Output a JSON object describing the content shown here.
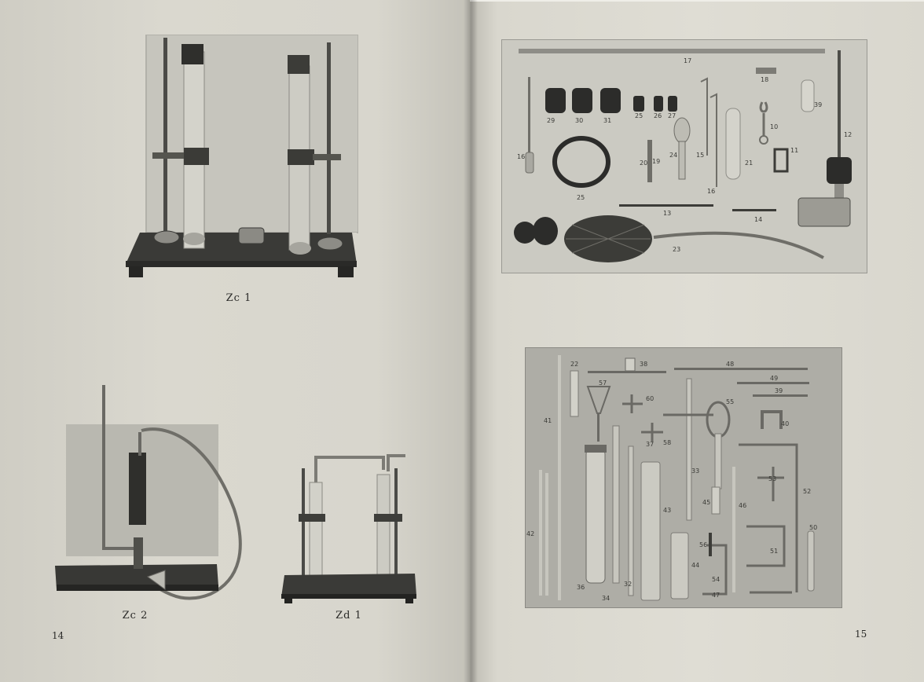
{
  "left_page": {
    "page_number": "14",
    "figures": [
      {
        "id": "zc1",
        "caption": "Zc 1"
      },
      {
        "id": "zc2",
        "caption": "Zc 2"
      },
      {
        "id": "zd1",
        "caption": "Zd 1"
      }
    ]
  },
  "right_page": {
    "page_number": "15",
    "figure_top_labels": [
      "17",
      "18",
      "29",
      "30",
      "31",
      "25",
      "26",
      "27",
      "19",
      "15",
      "10",
      "39",
      "16",
      "20",
      "24",
      "21",
      "11",
      "12",
      "25",
      "16",
      "13",
      "14",
      "23"
    ],
    "figure_bottom_labels": [
      "22",
      "38",
      "48",
      "49",
      "41",
      "57",
      "60",
      "58",
      "37",
      "55",
      "40",
      "33",
      "53",
      "52",
      "42",
      "43",
      "45",
      "46",
      "56",
      "51",
      "50",
      "36",
      "34",
      "32",
      "44",
      "54",
      "47"
    ]
  },
  "colors": {
    "paper": "#dad8cf",
    "photo_bg_light": "#cbcac2",
    "photo_bg_mid": "#a9a8a1",
    "photo_dark": "#2c2c2a"
  }
}
